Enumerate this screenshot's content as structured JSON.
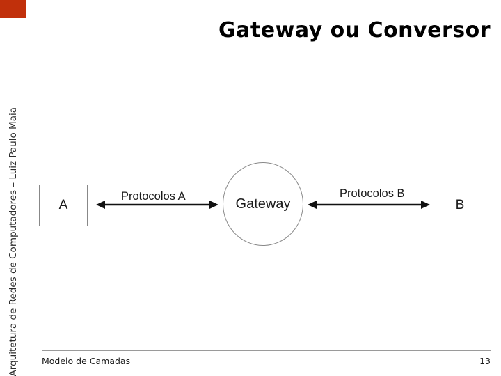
{
  "slide": {
    "title": "Gateway ou Conversor",
    "side_title": "Arquitetura de Redes de Computadores – Luiz Paulo Maia",
    "accent_color": "#c1300b",
    "footer": {
      "left": "Modelo de Camadas",
      "page_number": "13"
    }
  },
  "diagram": {
    "node_a": "A",
    "node_b": "B",
    "center_node": "Gateway",
    "label_left": "Protocolos A",
    "label_right": "Protocolos B",
    "arrow_left_icon": "double-arrow-icon",
    "arrow_right_icon": "double-arrow-icon",
    "line_color": "#888888"
  }
}
